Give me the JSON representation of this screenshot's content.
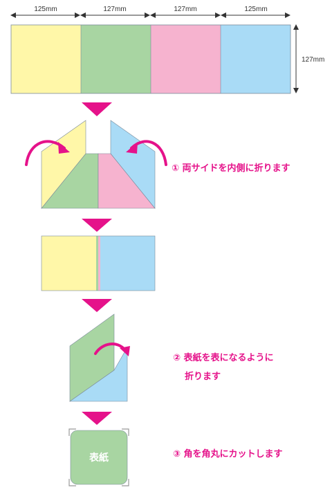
{
  "dimensions": {
    "panel_widths": [
      "125mm",
      "127mm",
      "127mm",
      "125mm"
    ],
    "height": "127mm"
  },
  "colors": {
    "yellow": "#fff7a8",
    "green": "#a8d5a2",
    "pink": "#f6b3cf",
    "blue": "#a9dbf6",
    "accent": "#e5128a",
    "outline": "#7a8a9a"
  },
  "steps": [
    {
      "lines": [
        "① 両サイドを内側に折ります"
      ]
    },
    {
      "lines": [
        "② 表紙を表になるように",
        "折ります"
      ]
    },
    {
      "lines": [
        "③ 角を角丸にカットします"
      ]
    }
  ],
  "cover_label": "表紙"
}
